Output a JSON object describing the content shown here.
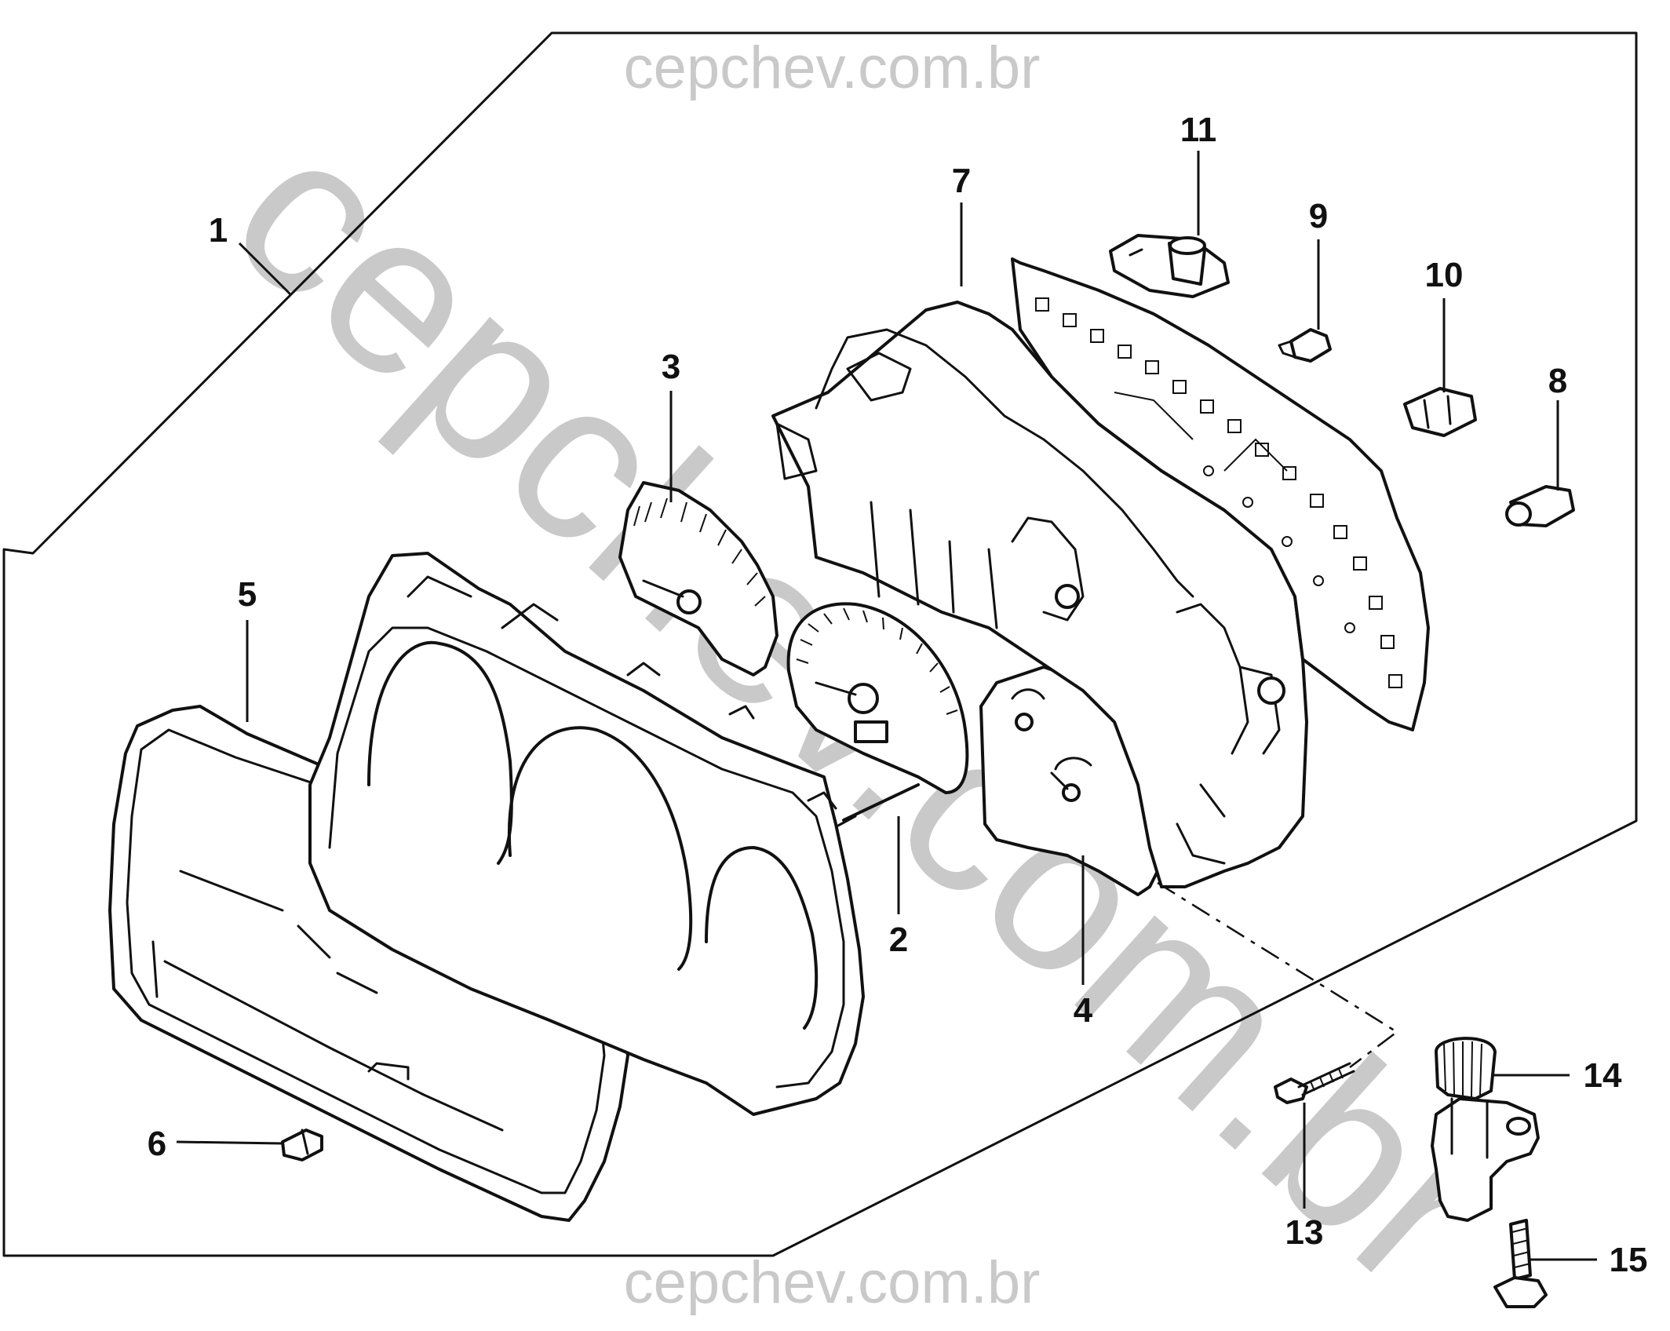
{
  "watermarks": {
    "top": "cepchev.com.br",
    "bottom": "cepchev.com.br",
    "diagonal": "cepchev.com.br"
  },
  "callouts": {
    "c1": "1",
    "c2": "2",
    "c3": "3",
    "c4": "4",
    "c5": "5",
    "c6": "6",
    "c7": "7",
    "c8": "8",
    "c9": "9",
    "c10": "10",
    "c11": "11",
    "c13": "13",
    "c14": "14",
    "c15": "15"
  }
}
